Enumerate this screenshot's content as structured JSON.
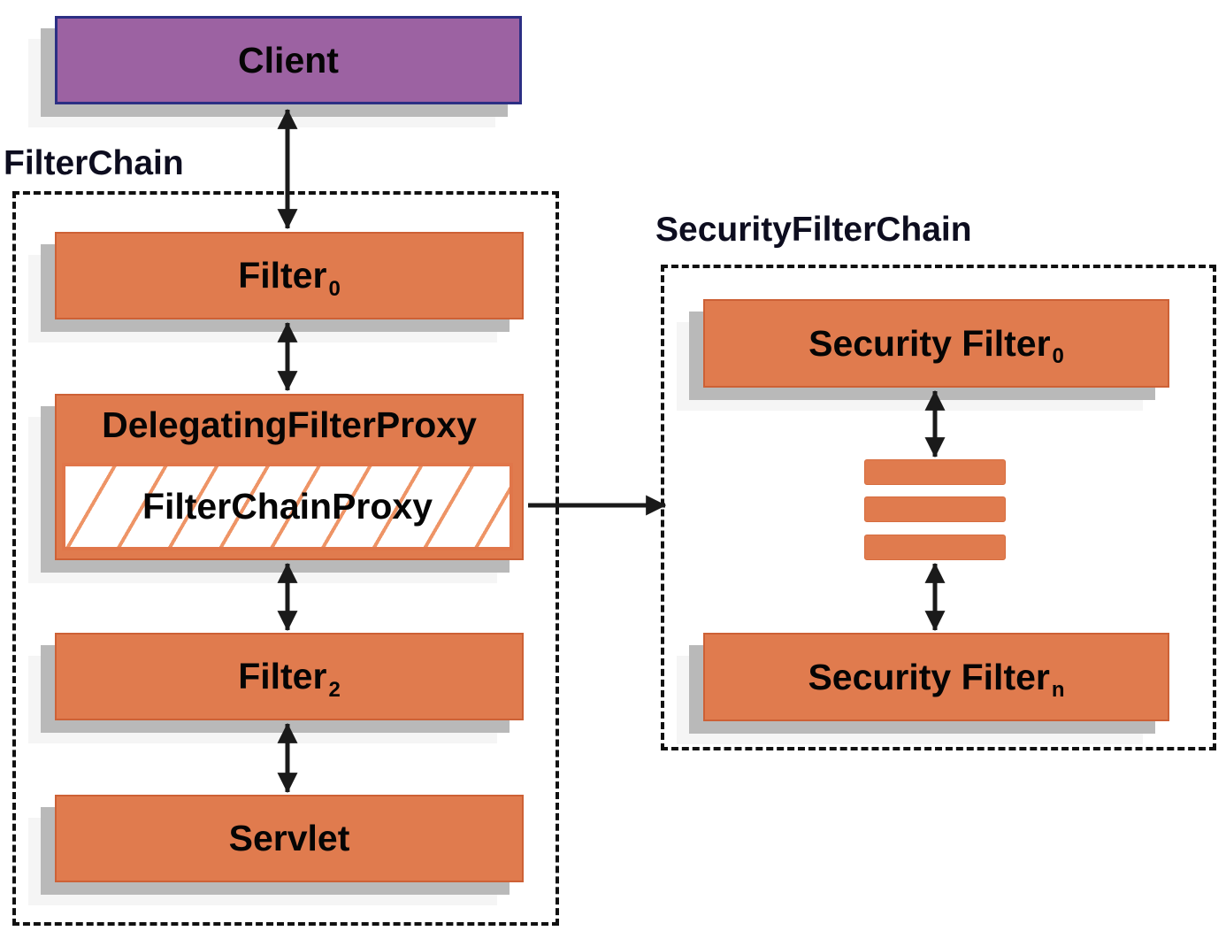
{
  "diagram": {
    "colors": {
      "box_orange": "#e07b4e",
      "box_orange_border": "#cd6136",
      "client_purple": "#9c62a2",
      "client_border": "#2c2f84",
      "hatch_orange": "#ee9466",
      "shadow_gray": "#b9b9b9",
      "shadow_light": "#f5f5f5",
      "dashed_border": "#111111",
      "arrow_color": "#1a1a1a"
    },
    "filter_chain": {
      "label": "FilterChain",
      "client_label": "Client",
      "filter0": {
        "name": "Filter",
        "sub": "0"
      },
      "dfp_label": "DelegatingFilterProxy",
      "fcp_label": "FilterChainProxy",
      "filter2": {
        "name": "Filter",
        "sub": "2"
      },
      "servlet_label": "Servlet"
    },
    "security_filter_chain": {
      "label": "SecurityFilterChain",
      "filter0": {
        "name": "Security Filter",
        "sub": "0"
      },
      "filtern": {
        "name": "Security Filter",
        "sub": "n"
      },
      "ellipsis_bar_count": 3
    }
  }
}
